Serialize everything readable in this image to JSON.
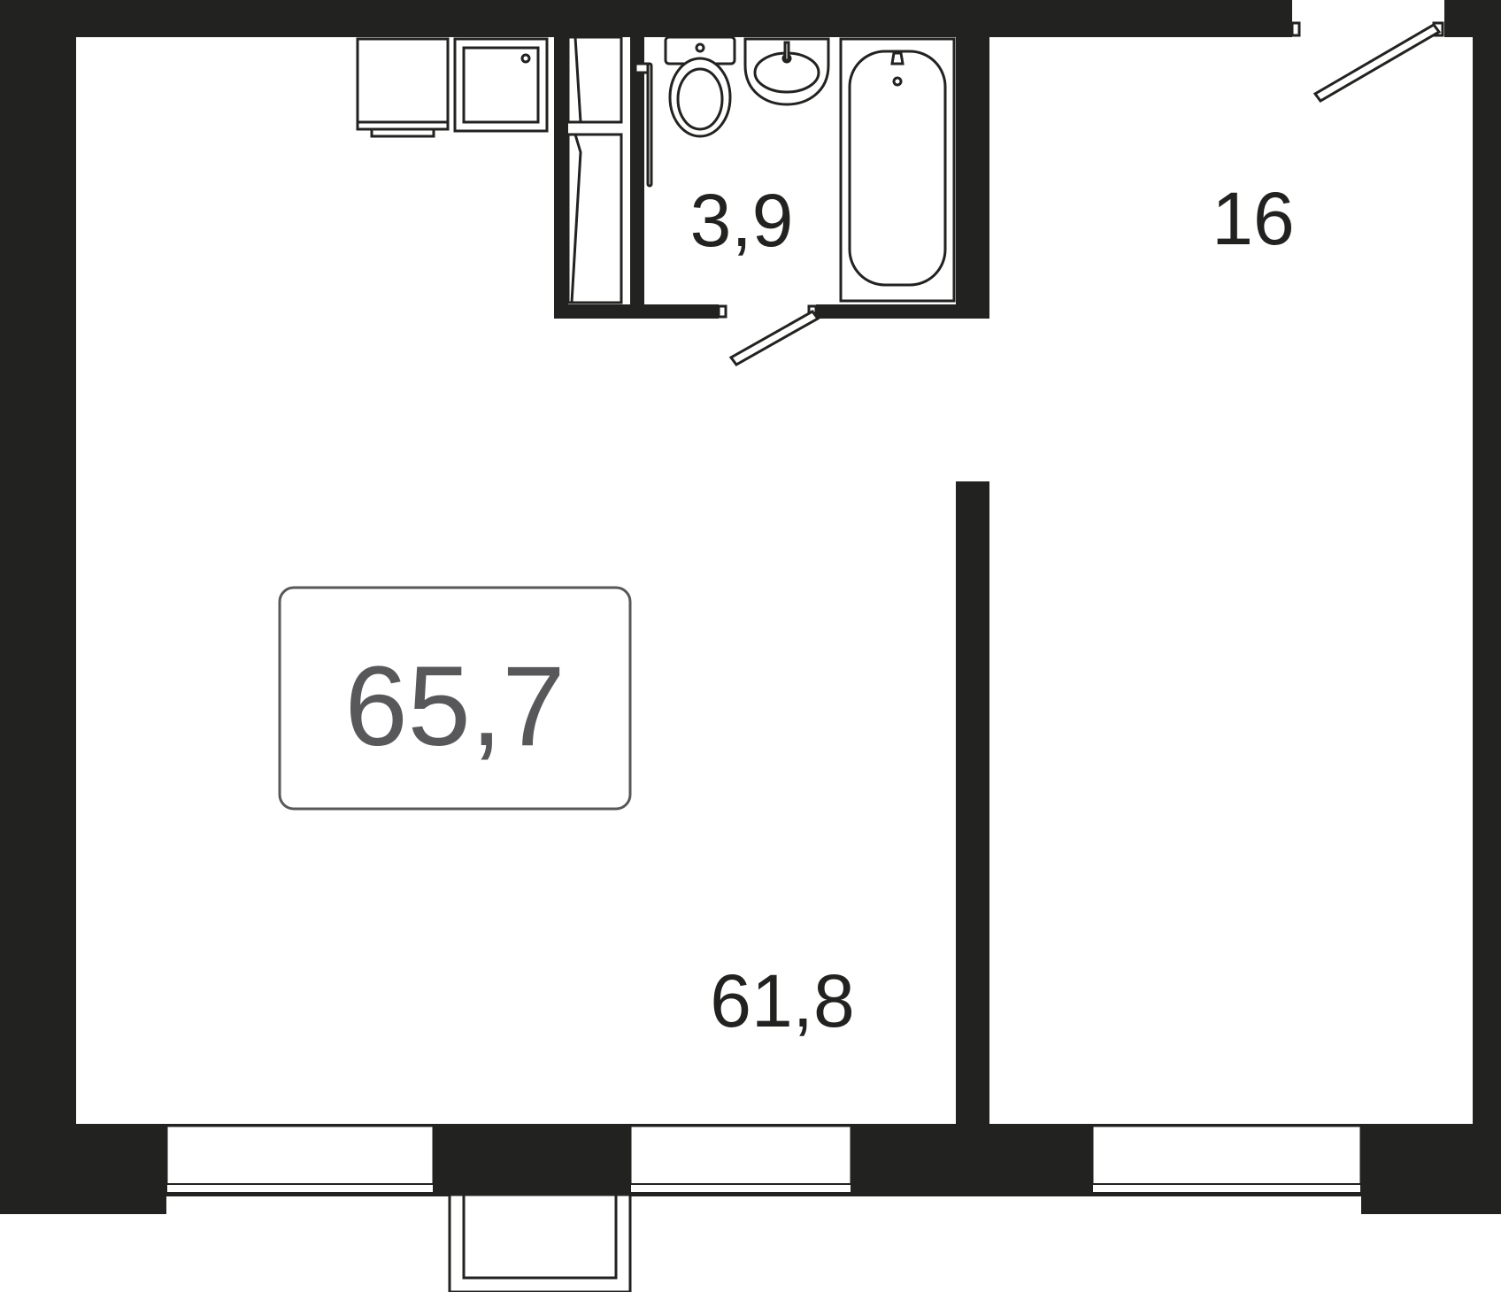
{
  "plan": {
    "total_area": "65,7",
    "rooms": [
      {
        "id": "living-kitchen",
        "area": "61,8"
      },
      {
        "id": "bathroom",
        "area": "3,9"
      },
      {
        "id": "bedroom",
        "area": "16"
      }
    ]
  },
  "colors": {
    "wall": "#222220",
    "total_text": "#58585a",
    "background": "#ffffff"
  }
}
